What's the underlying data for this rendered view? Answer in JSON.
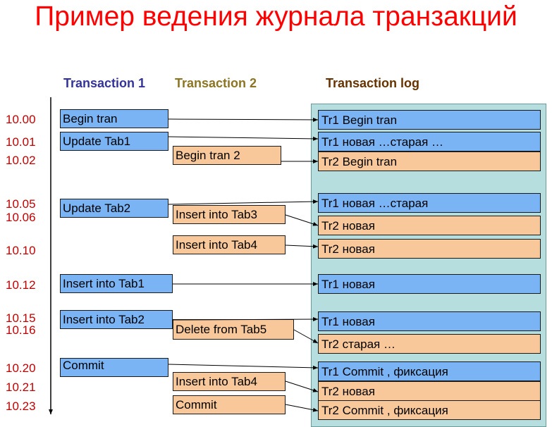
{
  "title": "Пример ведения журнала транзакций",
  "headers": {
    "transaction1": "Transaction 1",
    "transaction2": "Transaction 2",
    "log": "Transaction log"
  },
  "times": [
    "10.00",
    "10.01",
    "10.02",
    "10.05",
    "10.06",
    "10.10",
    "10.12",
    "10.15",
    "10.16",
    "10.20",
    "10.21",
    "10.23"
  ],
  "transaction1": [
    "Begin tran",
    "Update Tab1",
    "Update Tab2",
    "Insert into Tab1",
    "Insert into Tab2",
    "Commit"
  ],
  "transaction2": [
    "Begin tran 2",
    "Insert into Tab3",
    "Insert into Tab4",
    "Delete from Tab5",
    "Insert into Tab4",
    "Commit"
  ],
  "log": [
    "Tr1 Begin tran",
    "Tr1 новая …старая …",
    "Tr2 Begin tran",
    "Tr1 новая …старая",
    "Tr2 новая",
    "Tr2 новая",
    "Tr1 новая",
    "Tr1 новая",
    "Tr2 старая …",
    "Tr1 Commit , фиксация",
    "Tr2 новая",
    "Tr2 Commit , фиксация"
  ],
  "colors": {
    "title": "#ff0000",
    "transaction1": "#7ab4f5",
    "transaction2": "#f8c89b",
    "log_background": "#b7dede",
    "time": "#c00000"
  }
}
